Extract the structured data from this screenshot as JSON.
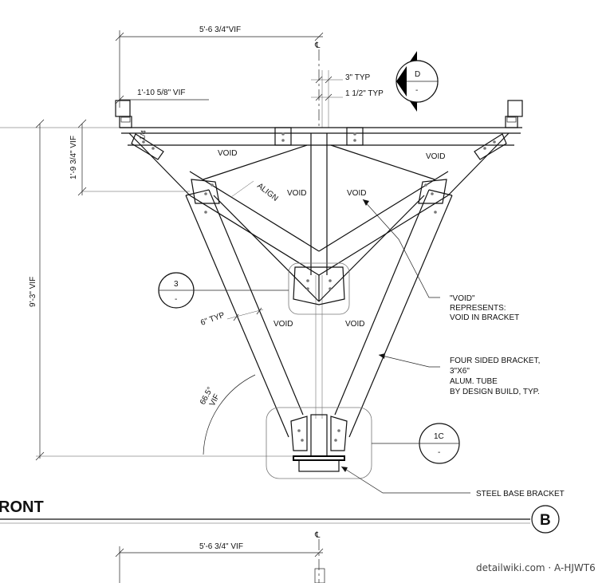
{
  "dimensions": {
    "top_width": "5'-6 3/4\"VIF",
    "arm_offset": "1'-10 5/8\" VIF",
    "arm_height": "1'-9 3/4\" VIF",
    "overall_height": "9'-3\" VIF",
    "typ_3": "3\" TYP",
    "typ_1_5": "1 1/2\" TYP",
    "tube_typ": "6\" TYP",
    "angle": "66.5°",
    "angle_vif": "VIF",
    "corner_dim": "1/4",
    "lower_width": "5'-6 3/4\" VIF"
  },
  "labels": {
    "void": "VOID",
    "align": "ALIGN",
    "centerline": "℄"
  },
  "notes": {
    "void_note": [
      "\"VOID\"",
      "REPRESENTS:",
      "VOID IN BRACKET"
    ],
    "bracket_note": [
      "FOUR SIDED BRACKET,",
      "3\"X6\"",
      "ALUM. TUBE",
      "BY DESIGN BUILD, TYP."
    ],
    "base_note": "STEEL BASE BRACKET"
  },
  "callouts": {
    "section_d": {
      "top": "D",
      "bottom": "-"
    },
    "detail_3": {
      "top": "3",
      "bottom": "-"
    },
    "detail_1c": {
      "top": "1C",
      "bottom": "-"
    }
  },
  "title": {
    "text": "RONT",
    "grid_marker": "B"
  },
  "watermark": "detailwiki.com · A-HJWT6"
}
